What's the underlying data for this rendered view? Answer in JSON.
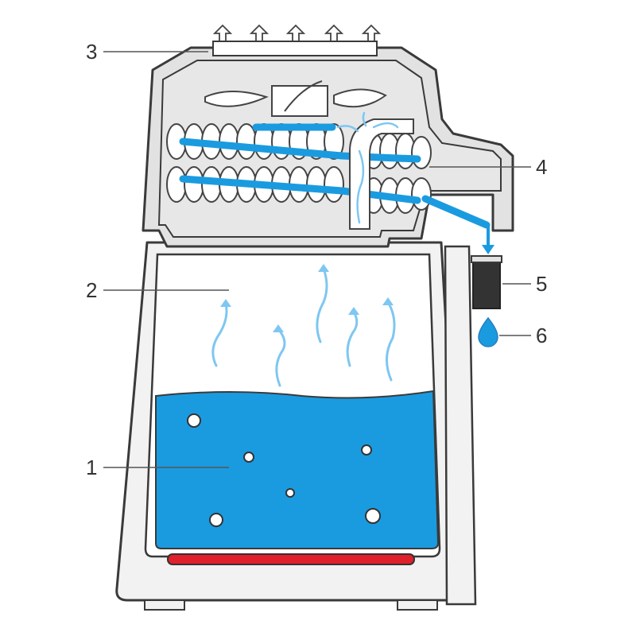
{
  "labels": {
    "water": "1",
    "boiling_chamber": "2",
    "fan_vent": "3",
    "condensing_coil": "4",
    "carbon_filter": "5",
    "distilled_drop": "6"
  },
  "colors": {
    "water": "#1a9be0",
    "steam": "#7ec7f2",
    "heater": "#e0202a",
    "body": "#f2f2f2",
    "housing": "#e2e2e2",
    "outline": "#3a3a3a",
    "filter": "#333333"
  },
  "icons": [
    "exhaust-arrow-icon",
    "steam-wisp-icon",
    "water-drop-icon"
  ]
}
